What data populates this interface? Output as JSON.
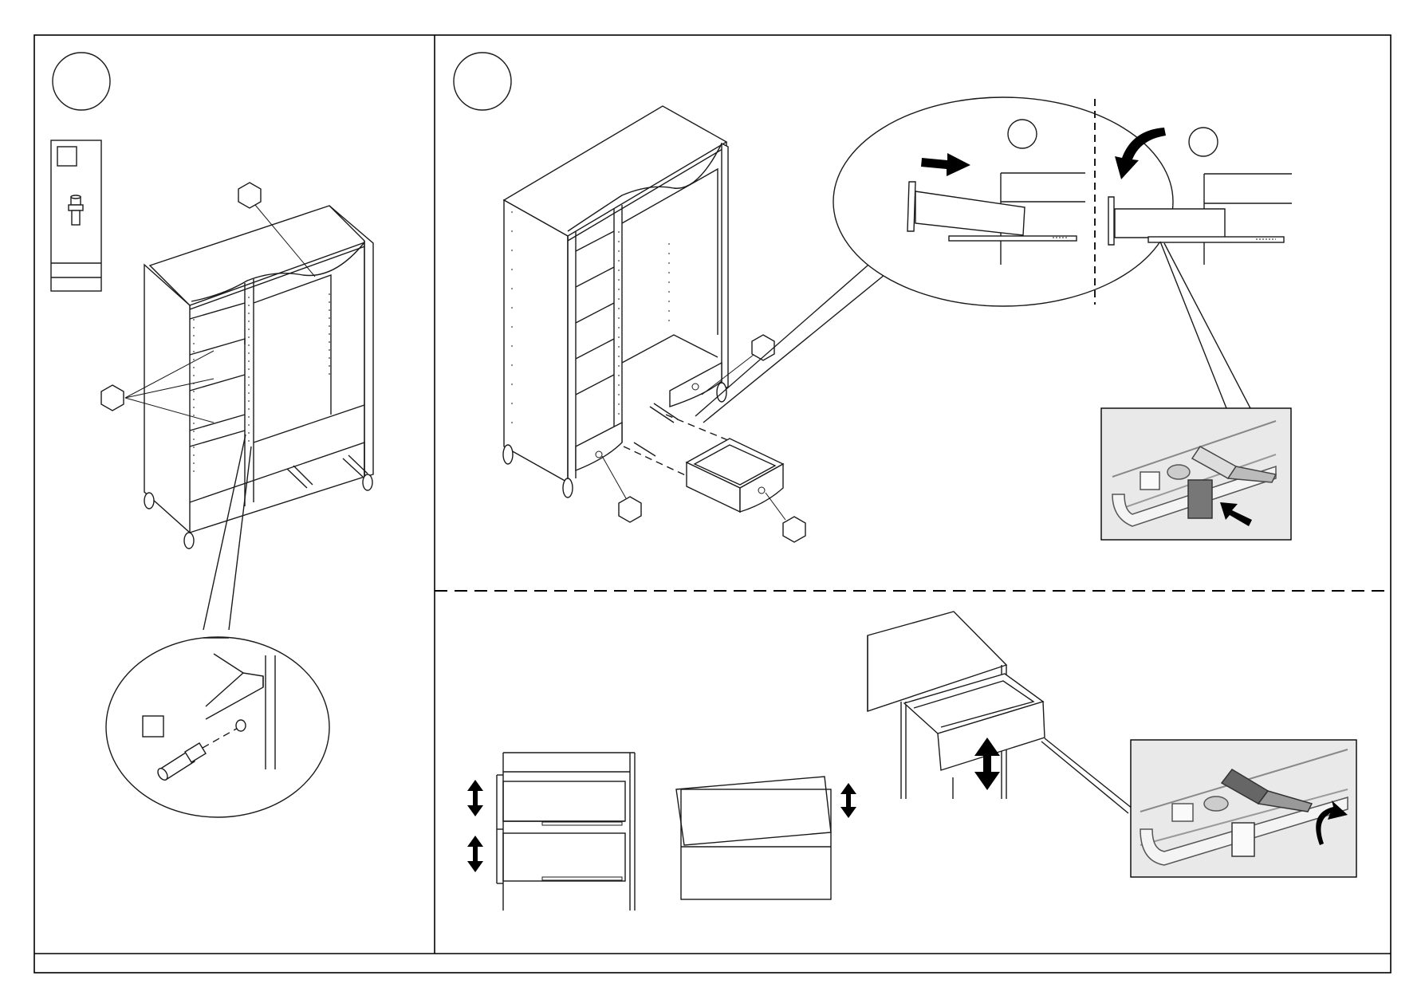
{
  "page": {
    "width": 1787,
    "height": 1263
  },
  "steps": [
    {
      "number": "",
      "description": ""
    },
    {
      "number": "",
      "description": ""
    }
  ],
  "part_box": {
    "part_id": "",
    "quantity": ""
  },
  "detail_callout": {
    "part_id": ""
  },
  "hex_labels": {
    "top_shelf": "",
    "shelves": "",
    "drawer_right": "",
    "drawer_left": "",
    "drawer_out": ""
  },
  "inset_step_markers": {
    "first": "",
    "second": ""
  },
  "icons": [
    "hardware-photo-clip",
    "arrow-right-icon",
    "arrow-curved-icon",
    "double-arrow-vertical-icon",
    "rotate-arrow-icon"
  ],
  "colors": {
    "line": "#1a1a1a",
    "frame": "#000000",
    "photo_bg": "#e9e9e9",
    "background": "#ffffff"
  }
}
